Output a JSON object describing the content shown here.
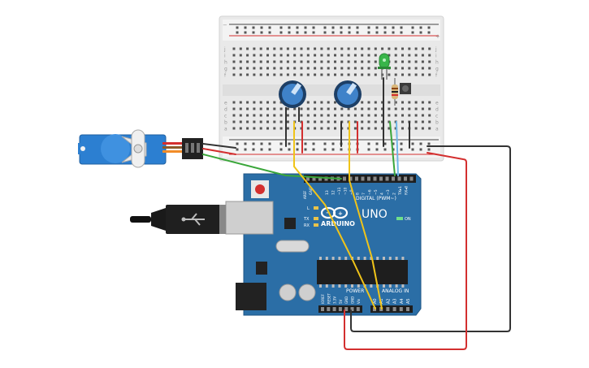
{
  "colors": {
    "board": "#2b6ea6",
    "board_edge": "#1f5685",
    "breadboard": "#e9e9e9",
    "wire_red": "#d32f2f",
    "wire_black": "#333333",
    "wire_yellow": "#f0c419",
    "wire_green": "#3aa63a",
    "wire_blue": "#6fb7e8",
    "led_green": "#39b54a",
    "servo": "#2c7fd1"
  },
  "breadboard": {
    "rail_plus": "+",
    "rail_minus": "−",
    "row_letters_top": [
      "j",
      "i",
      "h",
      "g",
      "f"
    ],
    "row_letters_bottom": [
      "e",
      "d",
      "c",
      "b",
      "a"
    ]
  },
  "arduino": {
    "logo_text": "ARDUINO",
    "model_text": "UNO",
    "digital_label": "DIGITAL (PWM~)",
    "power_label": "POWER",
    "analog_label": "ANALOG IN",
    "on_label": "ON",
    "l_label": "L",
    "tx_label": "TX",
    "rx_label": "RX",
    "aref_label": "AREF",
    "gnd_label": "GND",
    "digital_pins": [
      "13",
      "12",
      "~11",
      "~10",
      "~9",
      "8",
      "7",
      "~6",
      "~5",
      "4",
      "~3",
      "2",
      "TX▸1",
      "RX◂0"
    ],
    "power_pins": [
      "IOREF",
      "RESET",
      "3.3V",
      "5V",
      "GND",
      "GND",
      "Vin"
    ],
    "analog_pins": [
      "A0",
      "A1",
      "A2",
      "A3",
      "A4",
      "A5"
    ]
  },
  "components": [
    {
      "id": "potentiometer-1",
      "icon": "potentiometer-icon"
    },
    {
      "id": "potentiometer-2",
      "icon": "potentiometer-icon"
    },
    {
      "id": "green-led",
      "icon": "led-icon"
    },
    {
      "id": "resistor",
      "icon": "resistor-icon"
    },
    {
      "id": "pushbutton",
      "icon": "pushbutton-icon"
    },
    {
      "id": "servo-motor",
      "icon": "servo-icon"
    },
    {
      "id": "usb-cable",
      "icon": "usb-cable-icon"
    }
  ]
}
